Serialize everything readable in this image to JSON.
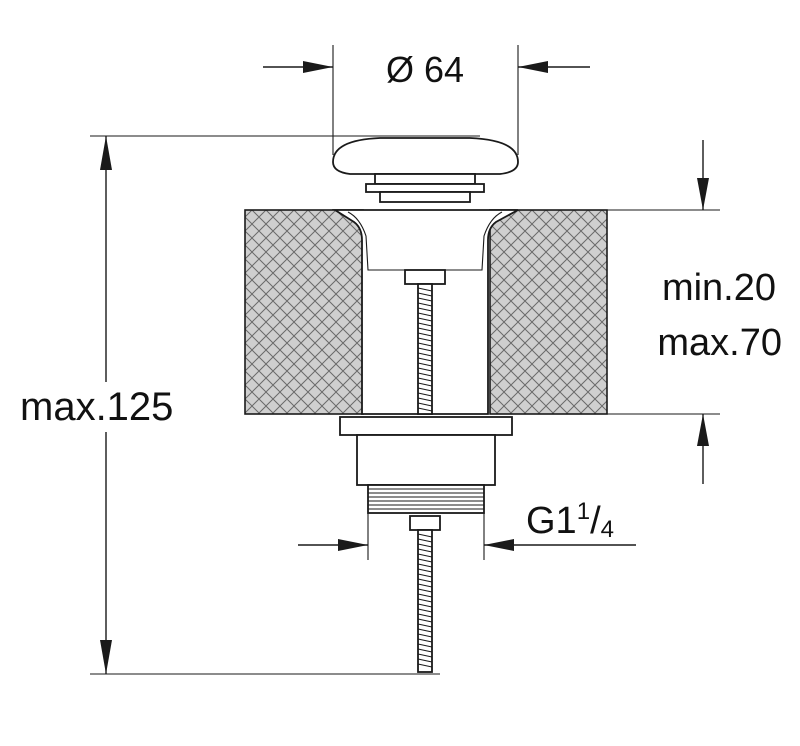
{
  "dimensions": {
    "diameter": "Ø 64",
    "min_thickness": "min.20",
    "max_thickness": "max.70",
    "max_height": "max.125",
    "thread_main": "G1",
    "thread_numerator": "1",
    "thread_denominator": "4"
  },
  "colors": {
    "line": "#1a1a1a",
    "hatch_fill": "#cfcfcf",
    "hatch_line": "#6a6a6a"
  }
}
